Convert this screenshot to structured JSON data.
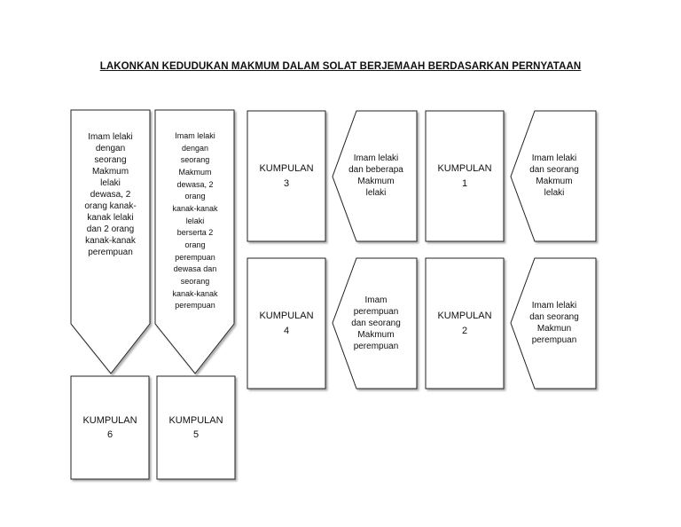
{
  "title": "LAKONKAN KEDUDUKAN MAKMUM DALAM SOLAT BERJEMAAH BERDASARKAN PERNYATAAN",
  "statements": {
    "s_col1": "Imam lelaki\ndengan\nseorang\nMakmum\nlelaki\ndewasa, 2\norang kanak-\nkanak lelaki\ndan 2  orang\nkanak-kanak\nperempuan",
    "s_col2": "Imam lelaki\ndengan\nseorang\nMakmum\ndewasa, 2\norang\nkanak-kanak\nlelaki\nberserta 2\norang\nperempuan\ndewasa dan\nseorang\nkanak-kanak\nperempuan",
    "s_k3": "Imam lelaki\ndan beberapa\nMakmum\nlelaki",
    "s_k1": "Imam lelaki\ndan seorang\nMakmum\nlelaki",
    "s_k4": "Imam\nperempuan\ndan seorang\nMakmum\nperempuan",
    "s_k2": "Imam lelaki\ndan seorang\nMakmun\nperempuan"
  },
  "groups": {
    "k1": "KUMPULAN\n1",
    "k2": "KUMPULAN\n2",
    "k3": "KUMPULAN\n3",
    "k4": "KUMPULAN\n4",
    "k5": "KUMPULAN\n5",
    "k6": "KUMPULAN\n6"
  }
}
